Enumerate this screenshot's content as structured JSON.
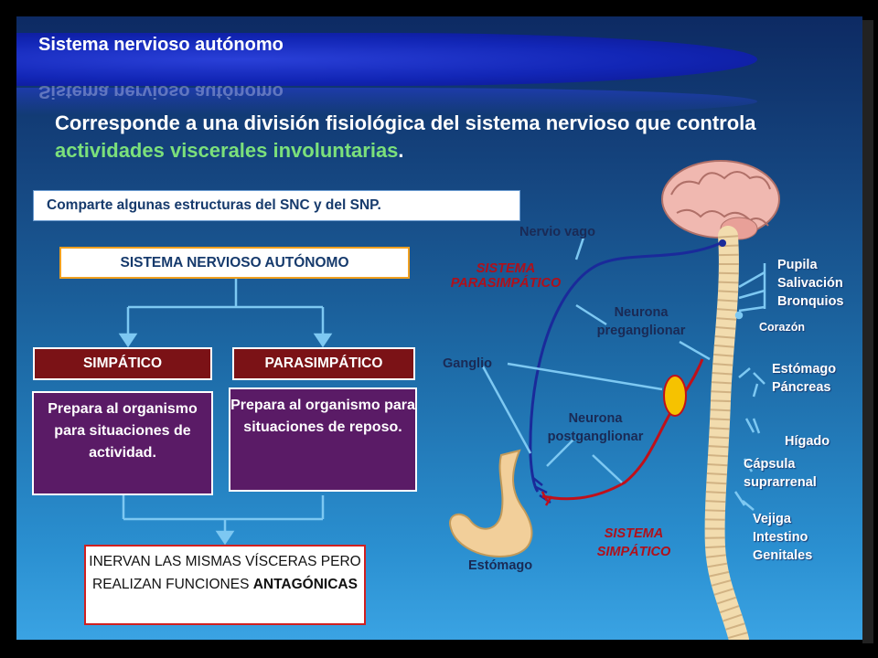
{
  "header": {
    "title": "Sistema nervioso autónomo"
  },
  "intro": {
    "part1": "Corresponde a una división fisiológica del sistema nervioso que controla ",
    "highlight": "actividades viscerales involuntarias",
    "part2": "."
  },
  "shared_note": "Comparte algunas estructuras del SNC y del SNP.",
  "tree": {
    "root": "SISTEMA NERVIOSO AUTÓNOMO",
    "branches": [
      {
        "label": "SIMPÁTICO",
        "description": "Prepara al organismo para situaciones de actividad."
      },
      {
        "label": "PARASIMPÁTICO",
        "description": "Prepara al organismo para situaciones de reposo."
      }
    ],
    "conclusion_prefix": "INERVAN LAS MISMAS VÍSCERAS PERO REALIZAN FUNCIONES ",
    "conclusion_bold": "ANTAGÓNICAS"
  },
  "illustration": {
    "labels": {
      "nervio_vago": "Nervio vago",
      "sistema_parasimpatico": "SISTEMA PARASIMPÁTICO",
      "neurona_pre": "Neurona preganglionar",
      "ganglio": "Ganglio",
      "neurona_post": "Neurona postganglionar",
      "estomago": "Estómago",
      "sistema_simpatico": "SISTEMA SIMPÁTICO"
    },
    "organs": {
      "group1": [
        "Pupila",
        "Salivación",
        "Bronquios"
      ],
      "corazon": "Corazón",
      "group2": [
        "Estómago",
        "Páncreas"
      ],
      "higado": "Hígado",
      "group3": [
        "Cápsula",
        "suprarrenal"
      ],
      "group4": [
        "Vejiga",
        "Intestino",
        "Genitales"
      ]
    },
    "colors": {
      "parasympathetic": "#1a2a9a",
      "sympathetic": "#c0101a",
      "connector": "#7dc8f2"
    }
  }
}
